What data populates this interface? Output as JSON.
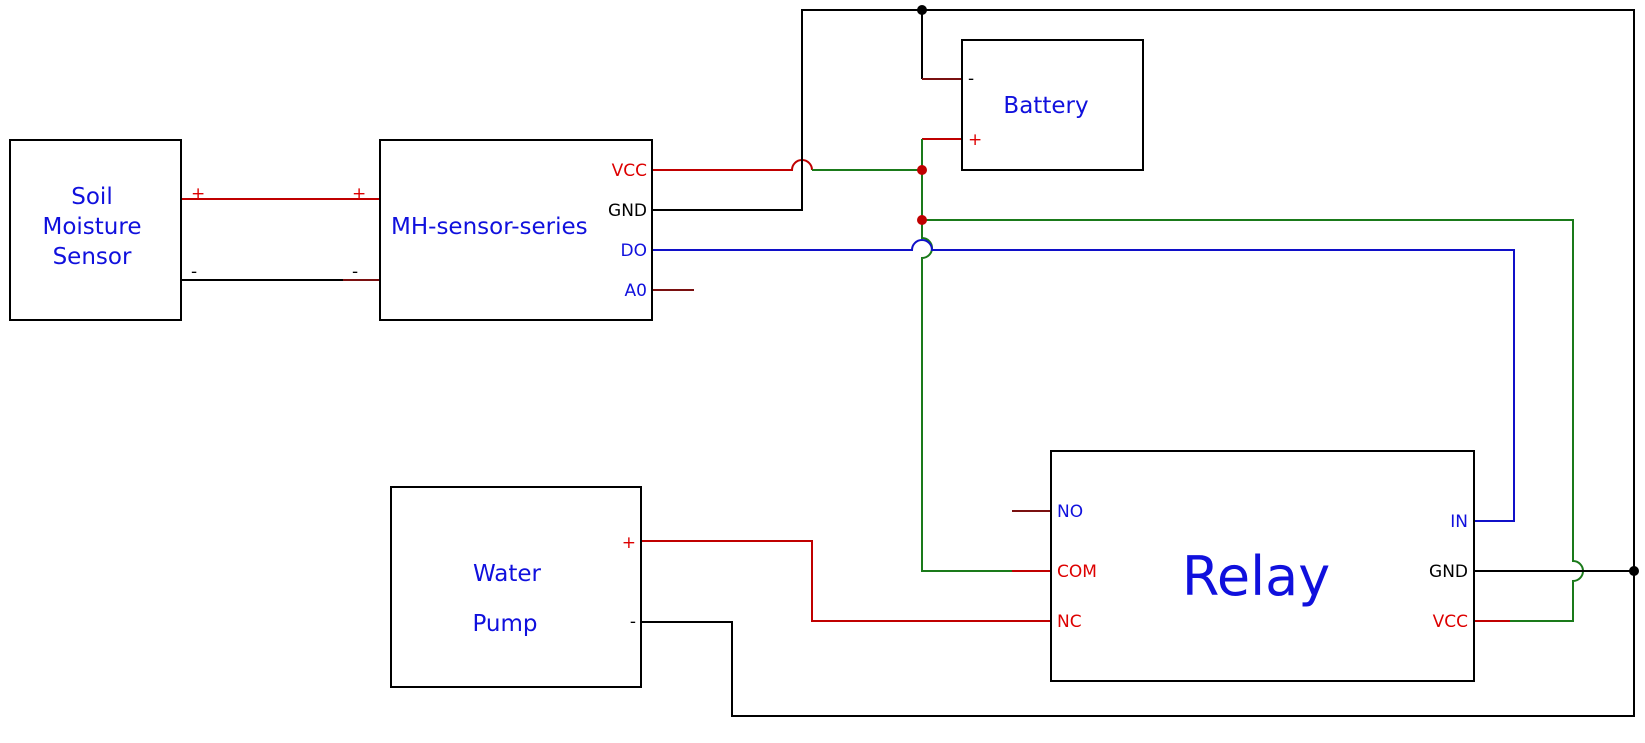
{
  "colors": {
    "label_blue": "#1010dd",
    "power_red": "#dd0000",
    "ground_black": "#000000",
    "battery_positive_green": "#1a7a1a",
    "signal_blue": "#1010c8",
    "junction_red": "#c00000"
  },
  "components": {
    "soil_sensor": {
      "title_lines": [
        "Soil",
        "Moisture",
        "Sensor"
      ],
      "pins": {
        "plus": "+",
        "minus": "-"
      }
    },
    "mh_sensor": {
      "title": "MH-sensor-series",
      "pins": {
        "plus": "+",
        "minus": "-",
        "vcc": "VCC",
        "gnd": "GND",
        "do": "DO",
        "a0": "A0"
      }
    },
    "battery": {
      "title": "Battery",
      "pins": {
        "minus": "-",
        "plus": "+"
      }
    },
    "water_pump": {
      "title_lines": [
        "Water",
        "Pump"
      ],
      "pins": {
        "plus": "+",
        "minus": "-"
      }
    },
    "relay": {
      "title": "Relay",
      "pins": {
        "no": "NO",
        "com": "COM",
        "nc": "NC",
        "in": "IN",
        "gnd": "GND",
        "vcc": "VCC"
      }
    }
  }
}
